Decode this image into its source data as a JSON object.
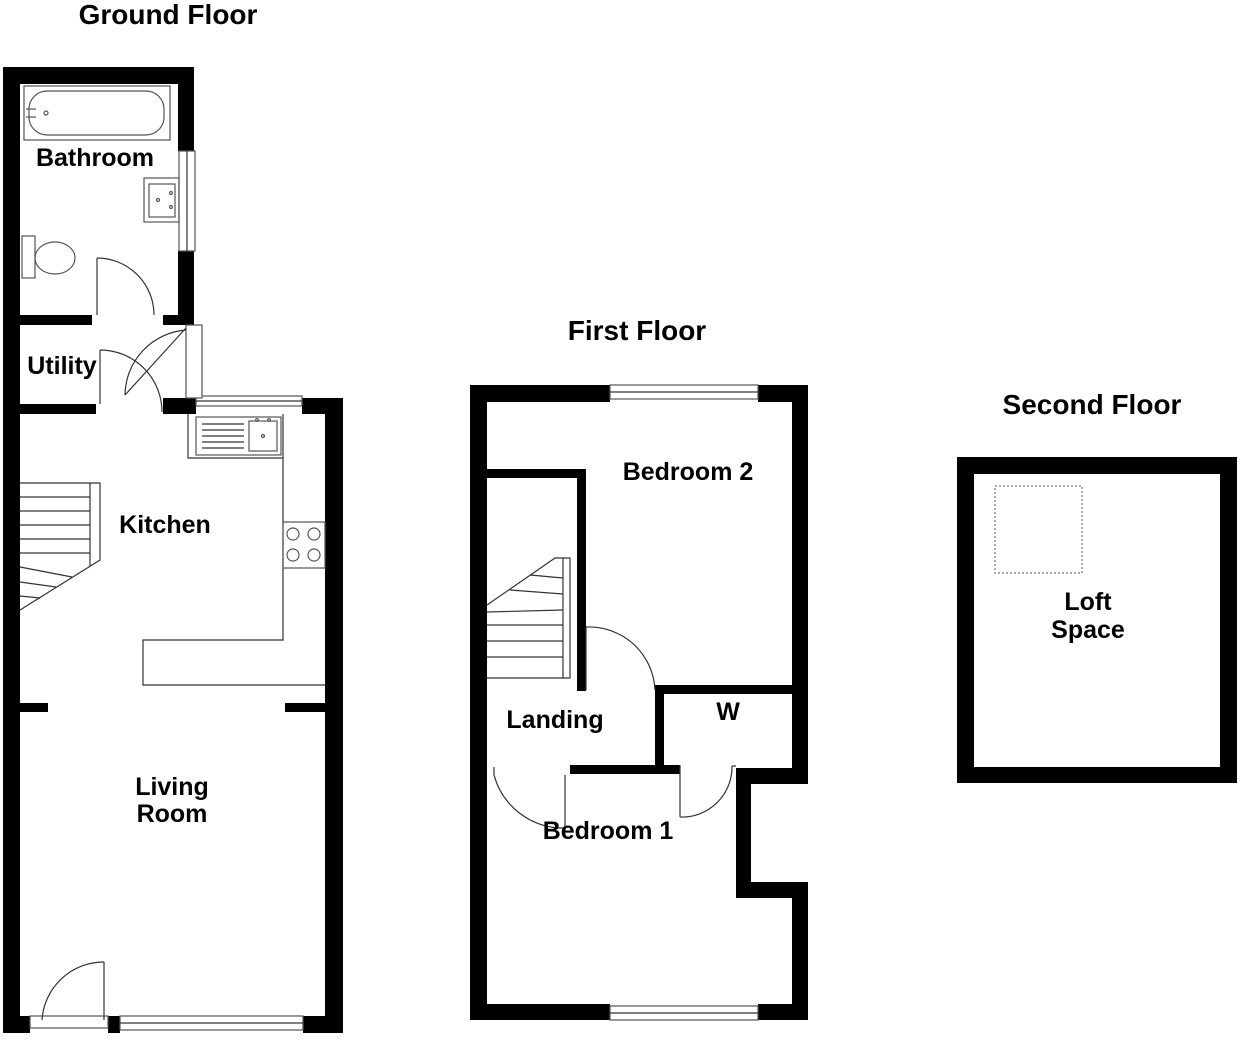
{
  "floors": {
    "ground": {
      "title": "Ground Floor",
      "rooms": {
        "bathroom": "Bathroom",
        "utility": "Utility",
        "kitchen": "Kitchen",
        "living_line1": "Living",
        "living_line2": "Room"
      }
    },
    "first": {
      "title": "First Floor",
      "rooms": {
        "bedroom2": "Bedroom 2",
        "landing": "Landing",
        "wardrobe": "W",
        "bedroom1": "Bedroom 1"
      }
    },
    "second": {
      "title": "Second Floor",
      "rooms": {
        "loft_line1": "Loft",
        "loft_line2": "Space"
      }
    }
  }
}
